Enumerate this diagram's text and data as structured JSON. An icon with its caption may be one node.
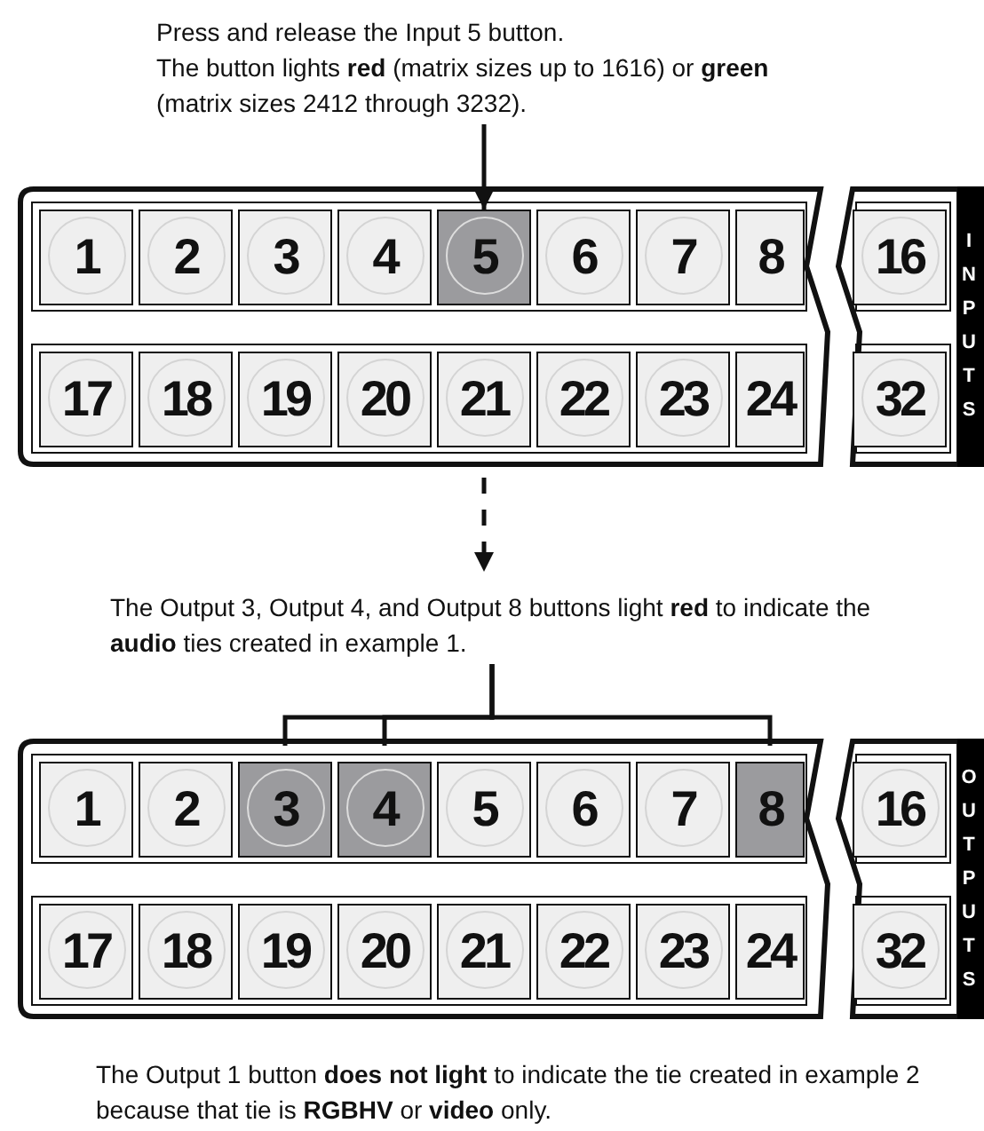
{
  "diagram": {
    "nodes": [
      {
        "text": [
          "Press and release the Input 5 button.",
          "The button lights **red** (matrix sizes up to 1616) or **green** (matrix sizes 2412 through 3232)."
        ]
      },
      {
        "text": [
          "INPUTS"
        ]
      },
      {
        "text": [
          "1"
        ],
        "in": 1
      },
      {
        "text": [
          "2"
        ],
        "in": 1
      },
      {
        "text": [
          "3"
        ],
        "in": 1
      },
      {
        "text": [
          "4"
        ],
        "in": 1
      },
      {
        "text": [
          "5"
        ],
        "in": 1
      },
      {
        "text": [
          "6"
        ],
        "in": 1
      },
      {
        "text": [
          "7"
        ],
        "in": 1
      },
      {
        "text": [
          "8"
        ],
        "in": 1
      },
      {
        "text": [
          "16"
        ],
        "in": 1
      },
      {
        "text": [
          "17"
        ],
        "in": 1
      },
      {
        "text": [
          "18"
        ],
        "in": 1
      },
      {
        "text": [
          "19"
        ],
        "in": 1
      },
      {
        "text": [
          "20"
        ],
        "in": 1
      },
      {
        "text": [
          "21"
        ],
        "in": 1
      },
      {
        "text": [
          "22"
        ],
        "in": 1
      },
      {
        "text": [
          "23"
        ],
        "in": 1
      },
      {
        "text": [
          "24"
        ],
        "in": 1
      },
      {
        "text": [
          "32"
        ],
        "in": 1
      },
      {
        "text": [
          "The Output 3, Output 4, and Output 8 buttons light **red** to indicate the **audio** ties created in example 1."
        ]
      },
      {
        "text": [
          "OUTPUTS"
        ]
      },
      {
        "text": [
          "1"
        ],
        "in": 21
      },
      {
        "text": [
          "2"
        ],
        "in": 21
      },
      {
        "text": [
          "3"
        ],
        "in": 21
      },
      {
        "text": [
          "4"
        ],
        "in": 21
      },
      {
        "text": [
          "5"
        ],
        "in": 21
      },
      {
        "text": [
          "6"
        ],
        "in": 21
      },
      {
        "text": [
          "7"
        ],
        "in": 21
      },
      {
        "text": [
          "8"
        ],
        "in": 21
      },
      {
        "text": [
          "16"
        ],
        "in": 21
      },
      {
        "text": [
          "17"
        ],
        "in": 21
      },
      {
        "text": [
          "18"
        ],
        "in": 21
      },
      {
        "text": [
          "19"
        ],
        "in": 21
      },
      {
        "text": [
          "20"
        ],
        "in": 21
      },
      {
        "text": [
          "21"
        ],
        "in": 21
      },
      {
        "text": [
          "22"
        ],
        "in": 21
      },
      {
        "text": [
          "23"
        ],
        "in": 21
      },
      {
        "text": [
          "24"
        ],
        "in": 21
      },
      {
        "text": [
          "32"
        ],
        "in": 21
      }
    ],
    "edges": [
      {
        "from": 0,
        "to": 6,
        "arrow": "to"
      },
      {
        "from": 1,
        "to": 20,
        "arrow": "to",
        "style": "dashed"
      },
      {
        "from": 20,
        "to": 24,
        "arrow": "none"
      },
      {
        "from": 20,
        "to": 25,
        "arrow": "none"
      },
      {
        "from": 20,
        "to": 29,
        "arrow": "none"
      }
    ],
    "labels": [
      "The Output 1 button **does not light** to indicate the tie created in example 2 because that tie is **RGBHV** or **video** only."
    ]
  }
}
